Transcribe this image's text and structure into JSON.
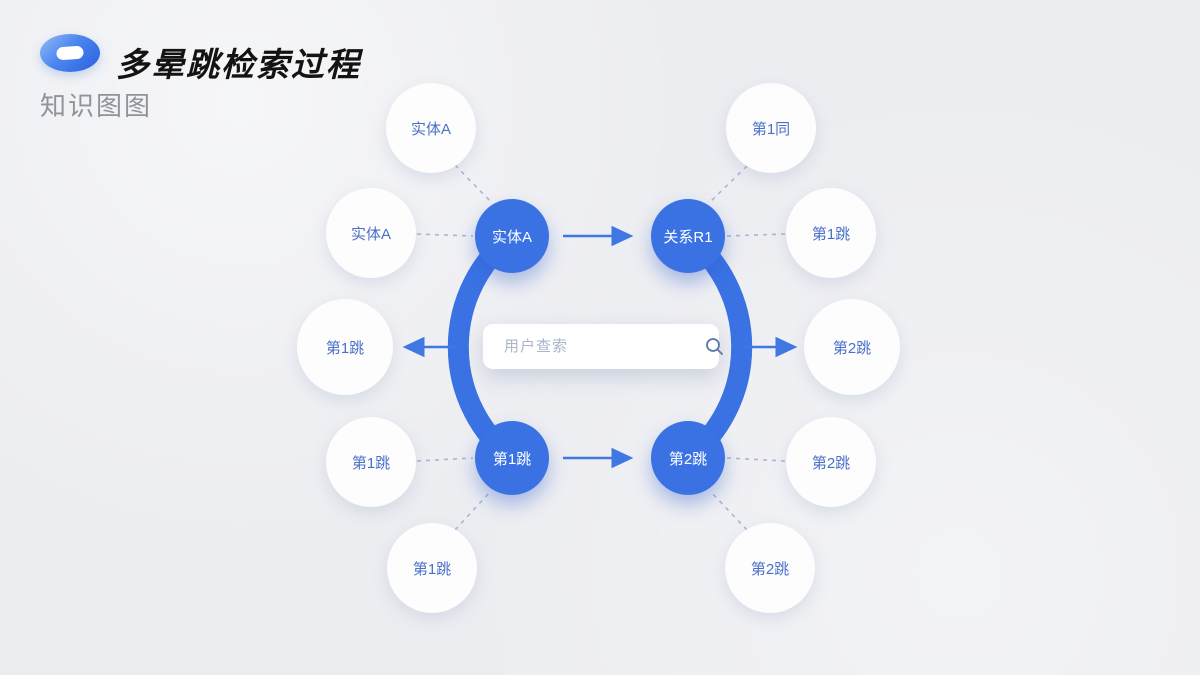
{
  "header": {
    "title": "多晕跳检索过程",
    "subtitle": "知识图图",
    "logo_icon": "oval-brand-logo"
  },
  "search": {
    "placeholder": "用户查索",
    "icon": "search-magnifier"
  },
  "colors": {
    "accent_blue": "#3a72e4",
    "node_label_blue": "#4a70c8",
    "dashed_line": "#a7b6d4",
    "background": "#ecedf1",
    "title_black": "#131313",
    "subtitle_gray": "#8f939b"
  },
  "diagram": {
    "hubs": [
      {
        "label": "实体A"
      },
      {
        "label": "关系R1"
      },
      {
        "label": "第1跳"
      },
      {
        "label": "第2跳"
      }
    ],
    "satellites": [
      {
        "label": "实体A"
      },
      {
        "label": "第1同"
      },
      {
        "label": "实体A"
      },
      {
        "label": "第1跳"
      },
      {
        "label": "第1跳"
      },
      {
        "label": "第2跳"
      },
      {
        "label": "第1跳"
      },
      {
        "label": "第2跳"
      },
      {
        "label": "第1跳"
      },
      {
        "label": "第2跳"
      }
    ]
  }
}
